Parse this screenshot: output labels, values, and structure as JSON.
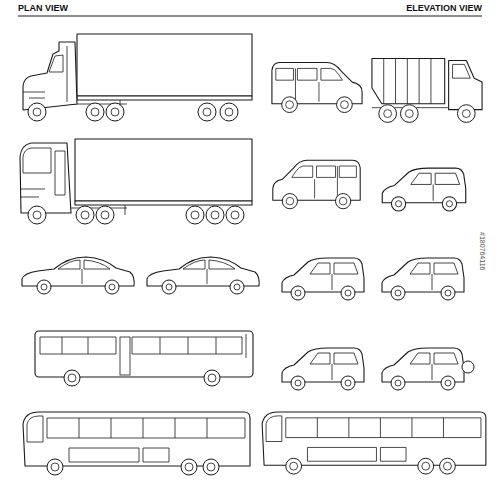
{
  "diagram": {
    "labels": [
      "PLAN VIEW",
      "ELEVATION VIEW",
      "#180764116"
    ]
  }
}
